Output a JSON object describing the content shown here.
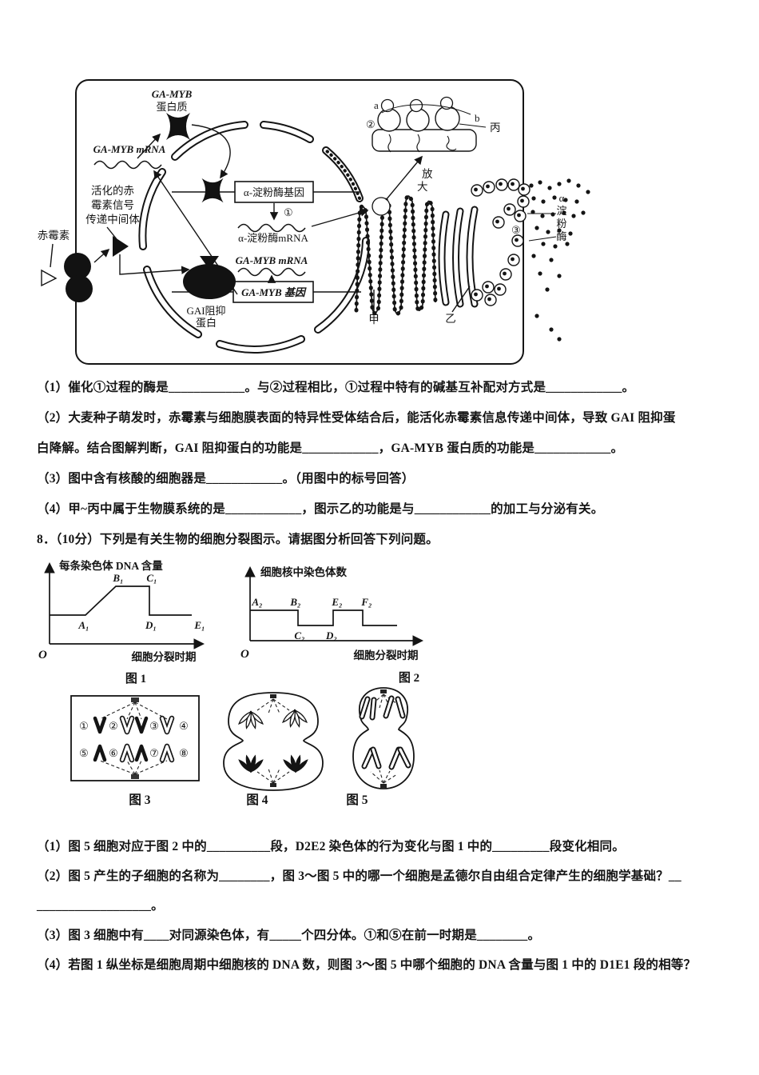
{
  "diagram": {
    "ga_myb_protein": [
      "GA-MYB",
      "蛋白质"
    ],
    "ga_myb_mrna_top": "GA-MYB mRNA",
    "activated": [
      "活化的赤",
      "霉素信号",
      "传递中间体"
    ],
    "gibberellin": "赤霉素",
    "amylase_gene": "α-淀粉酶基因",
    "step1": "①",
    "amylase_mrna": "α-淀粉酶mRNA",
    "ga_myb_mrna_nuc": "GA-MYB mRNA",
    "ga_myb_gene": "GA-MYB 基因",
    "gai": [
      "GAI阻抑",
      "蛋白"
    ],
    "jia": "甲",
    "yi": "乙",
    "bing": "丙",
    "step2": "②",
    "step3": "③",
    "zoom_label": [
      "放",
      "大"
    ],
    "a": "a",
    "b": "b",
    "amylase_v": [
      "α",
      "淀",
      "粉",
      "酶"
    ]
  },
  "q7": {
    "parts": [
      "（1）催化①过程的酶是____________。与②过程相比，①过程中特有的碱基互补配对方式是____________。",
      "（2）大麦种子萌发时，赤霉素与细胞膜表面的特异性受体结合后，能活化赤霉素信息传递中间体，导致 GAI 阻抑蛋",
      "白降解。结合图解判断，GAI 阻抑蛋白的功能是____________，GA-MYB 蛋白质的功能是____________。",
      "（3）图中含有核酸的细胞器是____________。（用图中的标号回答）",
      "（4）甲~丙中属于生物膜系统的是____________，图示乙的功能是与____________的加工与分泌有关。"
    ]
  },
  "q8": {
    "intro": "8．（10分）下列是有关生物的细胞分裂图示。请据图分析回答下列问题。",
    "parts": [
      "（1）图 5 细胞对应于图 2 中的__________段，D2E2 染色体的行为变化与图 1 中的_________段变化相同。",
      "（2）图 5 产生的子细胞的名称为________，图 3～图 5 中的哪一个细胞是孟德尔自由组合定律产生的细胞学基础？__",
      "__________________。",
      "（3）图 3 细胞中有____对同源染色体，有_____个四分体。①和⑤在前一时期是________。",
      "（4）若图 1 纵坐标是细胞周期中细胞核的 DNA 数，则图 3～图 5 中哪个细胞的 DNA 含量与图 1 中的 D1E1 段的相等？"
    ]
  },
  "figures": {
    "fig3_labels": [
      "①",
      "②",
      "③",
      "④",
      "⑤",
      "⑥",
      "⑦",
      "⑧"
    ],
    "fig3_caption": "图 3",
    "fig4_caption": "图 4",
    "fig5_caption": "图 5"
  },
  "chart_data": [
    {
      "id": "chart1",
      "type": "line",
      "title": "图 1",
      "ylabel": "每条染色体 DNA 含量",
      "xlabel": "细胞分裂时期",
      "origin": "O",
      "ylim": [
        0,
        2.5
      ],
      "grid": false,
      "points": [
        {
          "fx": 0,
          "y": 1
        },
        {
          "fx": 0.225,
          "y": 1,
          "label": "A₁",
          "pos": "below",
          "dx": -2
        },
        {
          "fx": 0.415,
          "y": 2,
          "label": "B₁",
          "pos": "above",
          "dx": 3
        },
        {
          "fx": 0.625,
          "y": 2,
          "label": "C₁",
          "pos": "above",
          "dx": 3
        },
        {
          "fx": 0.625,
          "y": 1,
          "label": "D₁",
          "pos": "below",
          "dx": 2
        },
        {
          "fx": 0.89,
          "y": 1,
          "label": "E₁",
          "pos": "below",
          "dx": 10
        }
      ],
      "layout": {
        "x0": 20,
        "ybase": 110,
        "xlen": 200,
        "yunit": 36
      }
    },
    {
      "id": "chart2",
      "type": "line",
      "title": "图 2",
      "ylabel": "细胞核中染色体数",
      "xlabel": "细胞分裂时期",
      "origin": "O",
      "ylim": [
        0,
        2.5
      ],
      "grid": false,
      "points": [
        {
          "fx": 0,
          "y": 2,
          "label": "A₂",
          "pos": "above",
          "dx": 9
        },
        {
          "fx": 0.3,
          "y": 2,
          "label": "B₂",
          "pos": "above",
          "dx": -3
        },
        {
          "fx": 0.3,
          "y": 1,
          "label": "C₂",
          "pos": "below",
          "dx": 2
        },
        {
          "fx": 0.52,
          "y": 1,
          "label": "D₂",
          "pos": "below",
          "dx": -2
        },
        {
          "fx": 0.52,
          "y": 2,
          "label": "E₂",
          "pos": "above",
          "dx": 5
        },
        {
          "fx": 0.705,
          "y": 2,
          "label": "F₂",
          "pos": "above",
          "dx": 5
        },
        {
          "fx": 0.705,
          "y": 1
        },
        {
          "fx": 0.92,
          "y": 1
        }
      ],
      "layout": {
        "x0": 13,
        "ybase": 101,
        "xlen": 200,
        "yunit": 19
      }
    }
  ]
}
